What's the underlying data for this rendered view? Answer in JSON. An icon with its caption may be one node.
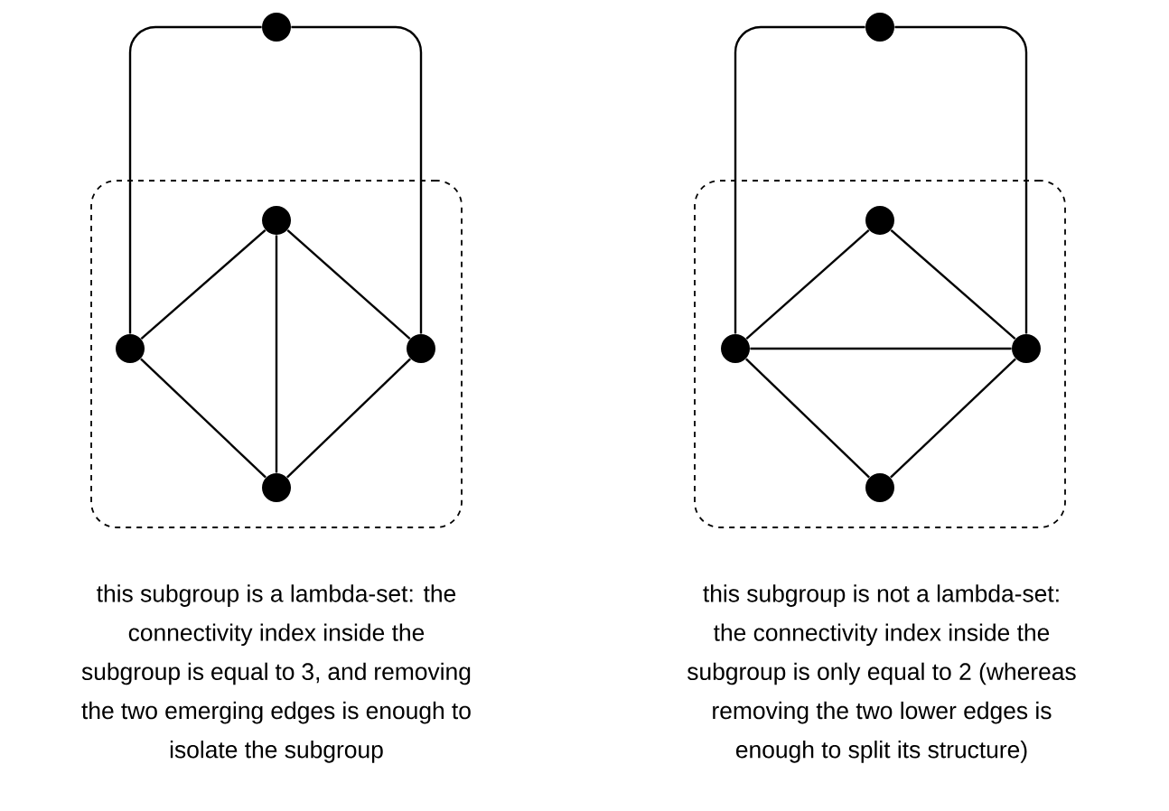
{
  "diagram": {
    "nodes": [
      {
        "text": [],
        "shape": "circle"
      },
      {
        "text": [],
        "shape": "box"
      },
      {
        "text": [],
        "shape": "circle",
        "in": 1
      },
      {
        "text": [],
        "shape": "circle",
        "in": 1
      },
      {
        "text": [],
        "shape": "circle",
        "in": 1
      },
      {
        "text": [],
        "shape": "circle",
        "in": 1
      },
      {
        "text": [],
        "shape": "circle"
      },
      {
        "text": [],
        "shape": "box"
      },
      {
        "text": [],
        "shape": "circle",
        "in": 7
      },
      {
        "text": [],
        "shape": "circle",
        "in": 7
      },
      {
        "text": [],
        "shape": "circle",
        "in": 7
      },
      {
        "text": [],
        "shape": "circle",
        "in": 7
      }
    ],
    "edges": [
      {
        "from": 0,
        "to": 3,
        "arrow": "none"
      },
      {
        "from": 0,
        "to": 4,
        "arrow": "none"
      },
      {
        "from": 2,
        "to": 3,
        "arrow": "none"
      },
      {
        "from": 2,
        "to": 4,
        "arrow": "none"
      },
      {
        "from": 2,
        "to": 5,
        "arrow": "none"
      },
      {
        "from": 3,
        "to": 5,
        "arrow": "none"
      },
      {
        "from": 4,
        "to": 5,
        "arrow": "none"
      },
      {
        "from": 6,
        "to": 9,
        "arrow": "none"
      },
      {
        "from": 6,
        "to": 10,
        "arrow": "none"
      },
      {
        "from": 8,
        "to": 9,
        "arrow": "none"
      },
      {
        "from": 8,
        "to": 10,
        "arrow": "none"
      },
      {
        "from": 9,
        "to": 10,
        "arrow": "none"
      },
      {
        "from": 9,
        "to": 11,
        "arrow": "none"
      },
      {
        "from": 10,
        "to": 11,
        "arrow": "none"
      }
    ],
    "labels": [
      "this subgroup is a lambda-set: the connectivity index inside the subgroup is equal to 3, and removing the two emerging edges is enough to isolate the subgroup",
      "this subgroup is not a lambda-set: the connectivity index inside the subgroup is only equal to 2 (whereas removing the two lower edges is enough to split its structure)"
    ]
  }
}
